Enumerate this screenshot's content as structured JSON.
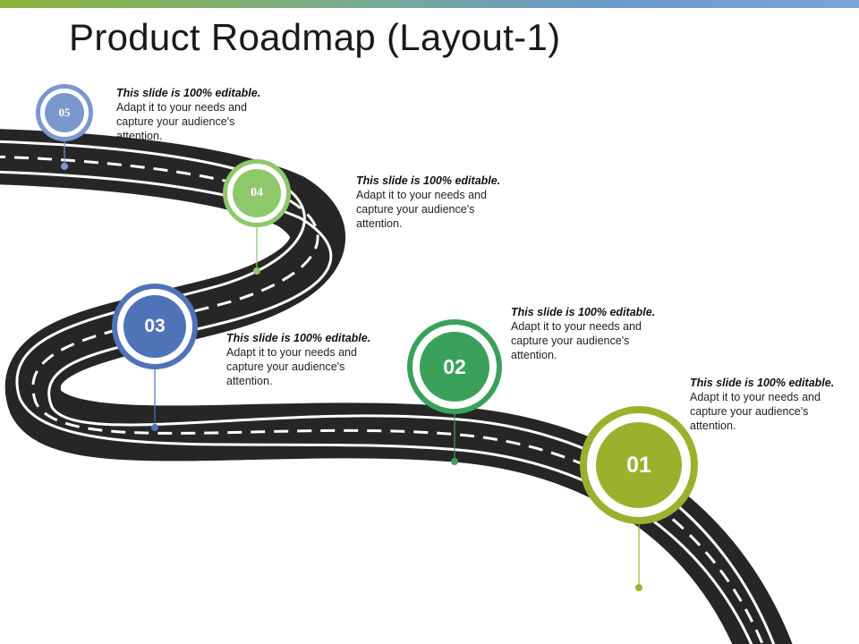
{
  "title": "Product Roadmap (Layout-1)",
  "colors": {
    "road": "#262626",
    "step01": "#9bb12d",
    "step02": "#3aa15b",
    "step03": "#4f73b8",
    "step04": "#8dc86a",
    "step05": "#7b98cc"
  },
  "milestones": [
    {
      "number": "05",
      "heading": "This slide is 100% editable.",
      "text": "Adapt it to your needs and capture your audience's attention."
    },
    {
      "number": "04",
      "heading": "This slide is 100% editable.",
      "text": "Adapt it to your needs and capture your audience's attention."
    },
    {
      "number": "03",
      "heading": "This slide is 100% editable.",
      "text": "Adapt it to your needs and capture your audience's attention."
    },
    {
      "number": "02",
      "heading": "This slide is 100% editable.",
      "text": "Adapt it to your needs and capture your audience's attention."
    },
    {
      "number": "01",
      "heading": "This slide is 100% editable.",
      "text": "Adapt it to your needs and capture your audience's attention."
    }
  ]
}
